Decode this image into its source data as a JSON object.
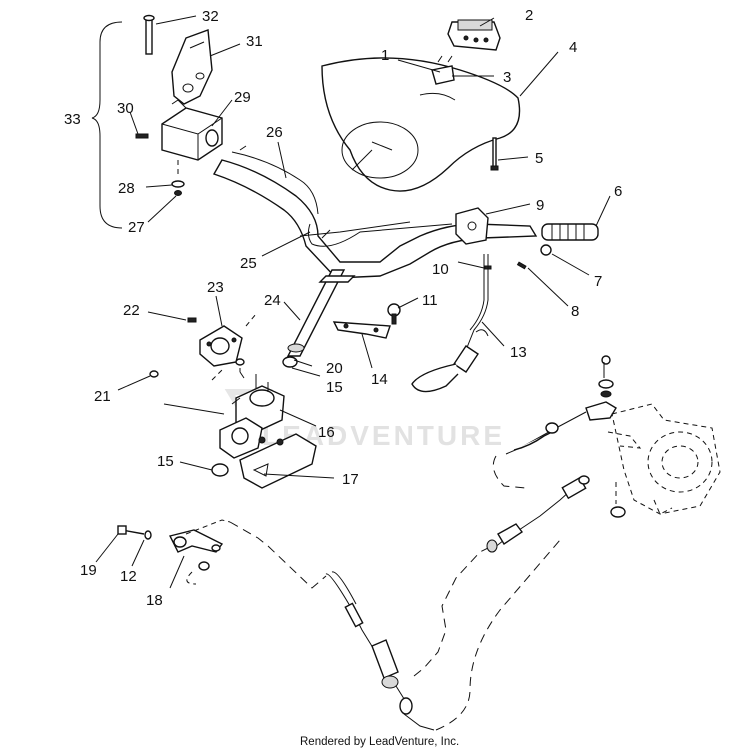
{
  "diagram": {
    "callouts": [
      {
        "id": "c1",
        "label": "1"
      },
      {
        "id": "c2",
        "label": "2"
      },
      {
        "id": "c3",
        "label": "3"
      },
      {
        "id": "c4",
        "label": "4"
      },
      {
        "id": "c5",
        "label": "5"
      },
      {
        "id": "c6",
        "label": "6"
      },
      {
        "id": "c7",
        "label": "7"
      },
      {
        "id": "c8",
        "label": "8"
      },
      {
        "id": "c9",
        "label": "9"
      },
      {
        "id": "c10",
        "label": "10"
      },
      {
        "id": "c11",
        "label": "11"
      },
      {
        "id": "c12",
        "label": "12"
      },
      {
        "id": "c13",
        "label": "13"
      },
      {
        "id": "c14",
        "label": "14"
      },
      {
        "id": "c15a",
        "label": "15"
      },
      {
        "id": "c15b",
        "label": "15"
      },
      {
        "id": "c16",
        "label": "16"
      },
      {
        "id": "c17",
        "label": "17"
      },
      {
        "id": "c18",
        "label": "18"
      },
      {
        "id": "c19",
        "label": "19"
      },
      {
        "id": "c20",
        "label": "20"
      },
      {
        "id": "c21",
        "label": "21"
      },
      {
        "id": "c22",
        "label": "22"
      },
      {
        "id": "c23",
        "label": "23"
      },
      {
        "id": "c24",
        "label": "24"
      },
      {
        "id": "c25",
        "label": "25"
      },
      {
        "id": "c26",
        "label": "26"
      },
      {
        "id": "c27",
        "label": "27"
      },
      {
        "id": "c28",
        "label": "28"
      },
      {
        "id": "c29",
        "label": "29"
      },
      {
        "id": "c30",
        "label": "30"
      },
      {
        "id": "c31",
        "label": "31"
      },
      {
        "id": "c32",
        "label": "32"
      },
      {
        "id": "c33",
        "label": "33"
      }
    ],
    "watermark": "LEADVENTURE",
    "credit": "Rendered by LeadVenture, Inc."
  }
}
